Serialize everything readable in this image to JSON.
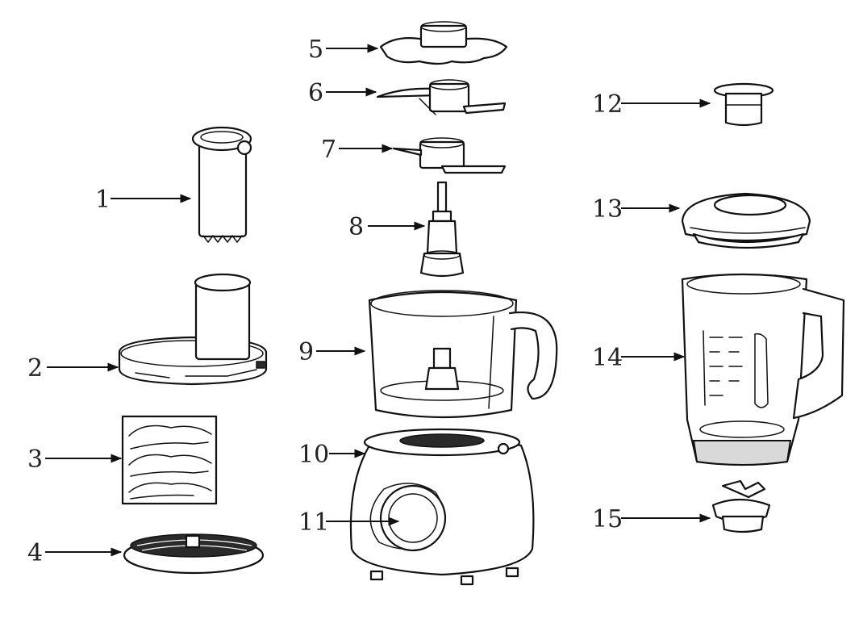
{
  "callouts": [
    "1",
    "2",
    "3",
    "4",
    "5",
    "6",
    "7",
    "8",
    "9",
    "10",
    "11",
    "12",
    "13",
    "14",
    "15"
  ],
  "colors": {
    "line": "#111111",
    "background": "#ffffff",
    "label": "#222222"
  }
}
